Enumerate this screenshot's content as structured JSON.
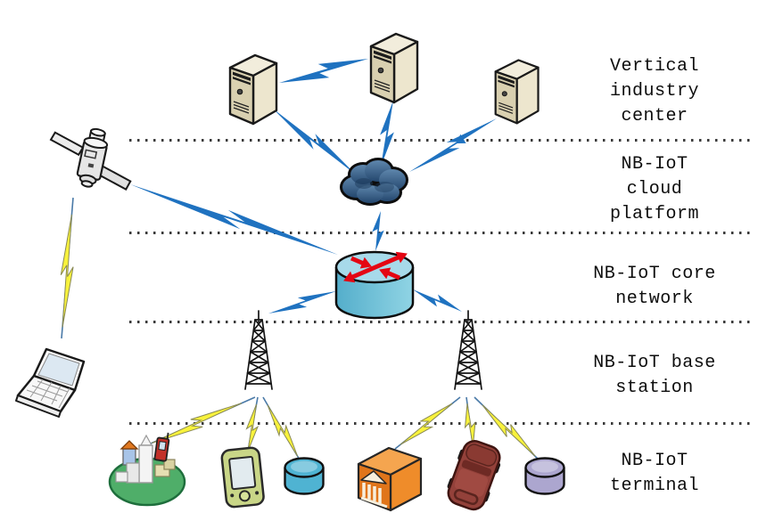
{
  "diagram": {
    "layers": [
      {
        "id": "vertical-industry-center",
        "label": "Vertical\nindustry\ncenter",
        "nodes": [
          "server",
          "server",
          "server"
        ]
      },
      {
        "id": "nb-iot-cloud-platform",
        "label": "NB-IoT\ncloud\nplatform",
        "nodes": [
          "cloud"
        ]
      },
      {
        "id": "nb-iot-core-network",
        "label": "NB-IoT core\nnetwork",
        "nodes": [
          "core-router"
        ]
      },
      {
        "id": "nb-iot-base-station",
        "label": "NB-IoT base\nstation",
        "nodes": [
          "cell-tower",
          "cell-tower"
        ]
      },
      {
        "id": "nb-iot-terminal",
        "label": "NB-IoT\nterminal",
        "nodes": [
          "smart-city-with-phone",
          "handheld-pda",
          "teal-data-cylinder",
          "orange-building",
          "red-car",
          "purple-data-cylinder"
        ]
      }
    ],
    "side_nodes": [
      "satellite",
      "laptop"
    ]
  },
  "icons": {
    "server-icon": "tower server",
    "cloud-icon": "dark blue network cloud",
    "router-icon": "teal cylinder router with red crossing arrows",
    "tower-icon": "black lattice radio mast",
    "satellite-icon": "satellite with solar panels",
    "laptop-icon": "open laptop",
    "city-icon": "city buildings on green base with red mobile phone",
    "pda-icon": "green handheld PDA",
    "cylinder-teal-icon": "teal data cylinder",
    "building-icon": "orange building with white columns",
    "car-icon": "dark red car",
    "cylinder-purple-icon": "purple data cylinder",
    "bolt-blue-icon": "blue lightning link",
    "bolt-yellow-icon": "yellow lightning link"
  },
  "colors": {
    "connection_blue": "#1F72C0",
    "lightning_yellow": "#F8F23C",
    "lightning_outline": "#8a8a55",
    "link_line": "#4A7AA8",
    "router_teal": "#63BCD6",
    "cloud_navy": "#31567F",
    "server_beige": "#D9D0B0",
    "tower_black": "#151515",
    "city_base_green": "#4FAE69",
    "building_orange": "#E0751A",
    "car_red": "#93413A",
    "terminal_teal": "#4FB3D2",
    "terminal_purple": "#ACA6CF"
  }
}
